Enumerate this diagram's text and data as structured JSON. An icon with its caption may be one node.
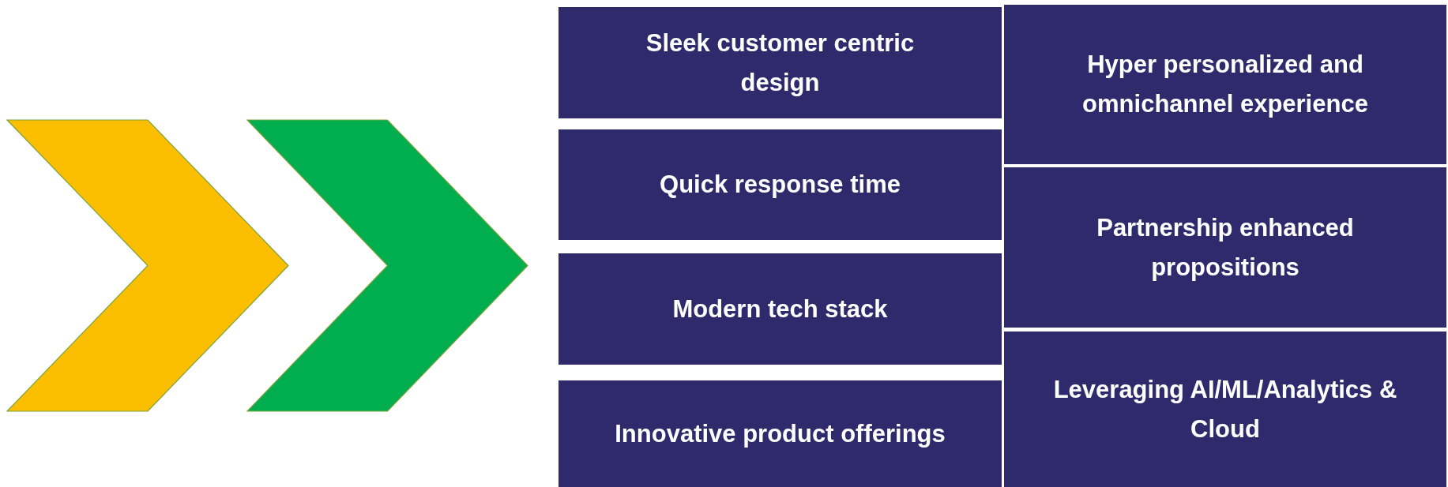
{
  "diagram": {
    "nodes": [
      {
        "text": [],
        "shape": "chevron"
      },
      {
        "text": [],
        "shape": "chevron"
      },
      {
        "text": [
          "Sleek customer centric design"
        ]
      },
      {
        "text": [
          "Hyper personalized and omnichannel experience"
        ]
      },
      {
        "text": [
          "Quick response time"
        ]
      },
      {
        "text": [
          "Partnership enhanced propositions"
        ]
      },
      {
        "text": [
          "Modern tech stack"
        ]
      },
      {
        "text": [
          "Leveraging AI/ML/Analytics & Cloud"
        ]
      },
      {
        "text": [
          "Innovative product offerings"
        ]
      }
    ]
  }
}
